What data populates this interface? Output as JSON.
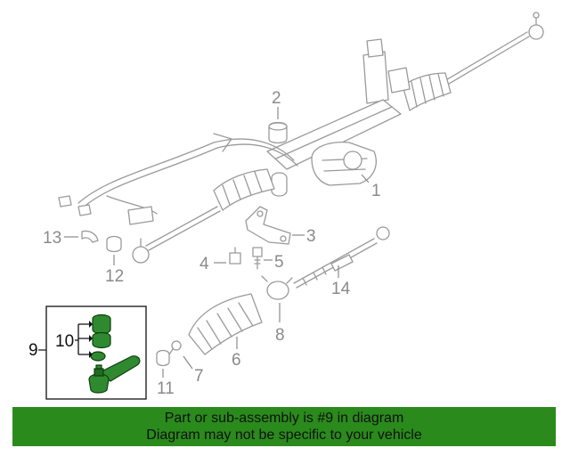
{
  "callouts": {
    "c1": "1",
    "c2": "2",
    "c3": "3",
    "c4": "4",
    "c5": "5",
    "c6": "6",
    "c7": "7",
    "c8": "8",
    "c9": "9",
    "c10": "10",
    "c11": "11",
    "c12": "12",
    "c13": "13",
    "c14": "14"
  },
  "highlight_color": "#2a8a1c",
  "banner": {
    "line1": "Part or sub-assembly is #9 in diagram",
    "line2": "Diagram may not be specific to your vehicle"
  }
}
